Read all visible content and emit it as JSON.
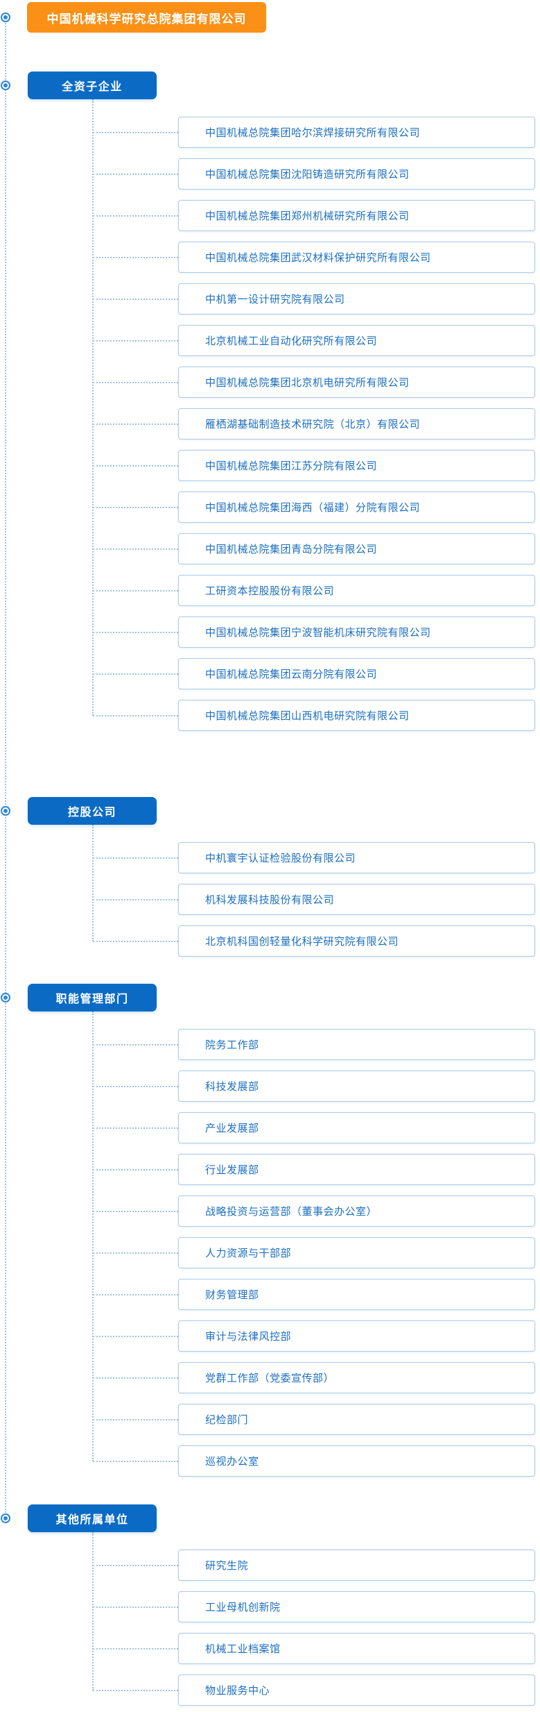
{
  "root": {
    "label": "中国机械科学研究总院集团有限公司"
  },
  "colors": {
    "root_bg": "#FB9016",
    "category_bg": "#0B6BC4",
    "item_text": "#1B6FBF",
    "item_border": "#AACBE9",
    "connector": "#9CC3E8",
    "bullet": "#2F87D5"
  },
  "sections": [
    {
      "label": "全资子企业",
      "items": [
        "中国机械总院集团哈尔滨焊接研究所有限公司",
        "中国机械总院集团沈阳铸造研究所有限公司",
        "中国机械总院集团郑州机械研究所有限公司",
        "中国机械总院集团武汉材料保护研究所有限公司",
        "中机第一设计研究院有限公司",
        "北京机械工业自动化研究所有限公司",
        "中国机械总院集团北京机电研究所有限公司",
        "雁栖湖基础制造技术研究院（北京）有限公司",
        "中国机械总院集团江苏分院有限公司",
        "中国机械总院集团海西（福建）分院有限公司",
        "中国机械总院集团青岛分院有限公司",
        "工研资本控股股份有限公司",
        "中国机械总院集团宁波智能机床研究院有限公司",
        "中国机械总院集团云南分院有限公司",
        "中国机械总院集团山西机电研究院有限公司"
      ]
    },
    {
      "label": "控股公司",
      "items": [
        "中机寰宇认证检验股份有限公司",
        "机科发展科技股份有限公司",
        "北京机科国创轻量化科学研究院有限公司"
      ]
    },
    {
      "label": "职能管理部门",
      "items": [
        "院务工作部",
        "科技发展部",
        "产业发展部",
        "行业发展部",
        "战略投资与运营部（董事会办公室）",
        "人力资源与干部部",
        "财务管理部",
        "审计与法律风控部",
        "党群工作部（党委宣传部）",
        "纪检部门",
        "巡视办公室"
      ]
    },
    {
      "label": "其他所属单位",
      "items": [
        "研究生院",
        "工业母机创新院",
        "机械工业档案馆",
        "物业服务中心"
      ]
    }
  ]
}
